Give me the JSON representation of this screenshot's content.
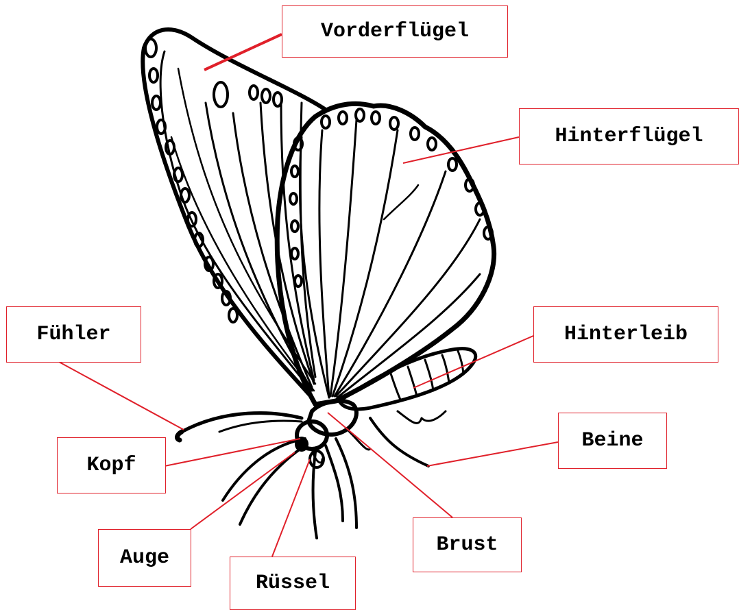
{
  "labels": {
    "vorderfluegel": "Vorderflügel",
    "hinterfluegel": "Hinterflügel",
    "fuehler": "Fühler",
    "hinterleib": "Hinterleib",
    "beine": "Beine",
    "kopf": "Kopf",
    "brust": "Brust",
    "auge": "Auge",
    "ruessel": "Rüssel"
  },
  "colors": {
    "leader_line": "#e0202a",
    "label_border": "#e0202a",
    "drawing_stroke": "#000000",
    "background": "#ffffff"
  }
}
